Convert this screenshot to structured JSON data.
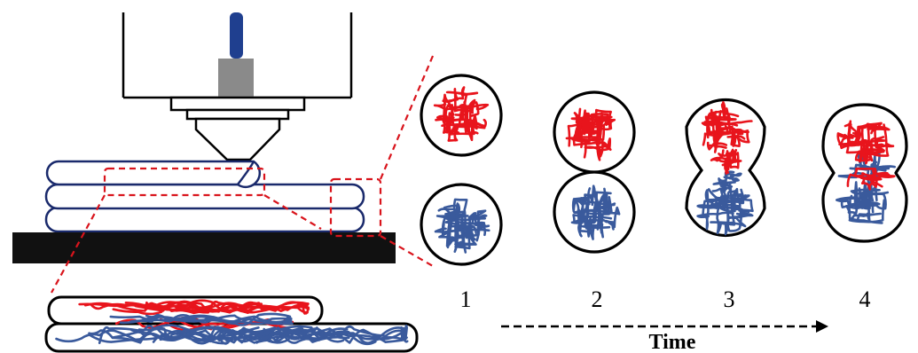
{
  "stages": [
    {
      "label": "1"
    },
    {
      "label": "2"
    },
    {
      "label": "3"
    },
    {
      "label": "4"
    }
  ],
  "time_label": "Time",
  "colors": {
    "layer_top": "#e8141c",
    "layer_bottom": "#3a5a9c",
    "outline": "#000000",
    "filament_outline": "#1a2a6c",
    "nozzle_rod": "#1f3f8f",
    "heater_block": "#8a8a8a",
    "build_plate": "#111111",
    "zoom_box": "#d9141c"
  },
  "icons": [
    "printer-nozzle-icon",
    "build-plate-icon",
    "polymer-chain-icon"
  ]
}
